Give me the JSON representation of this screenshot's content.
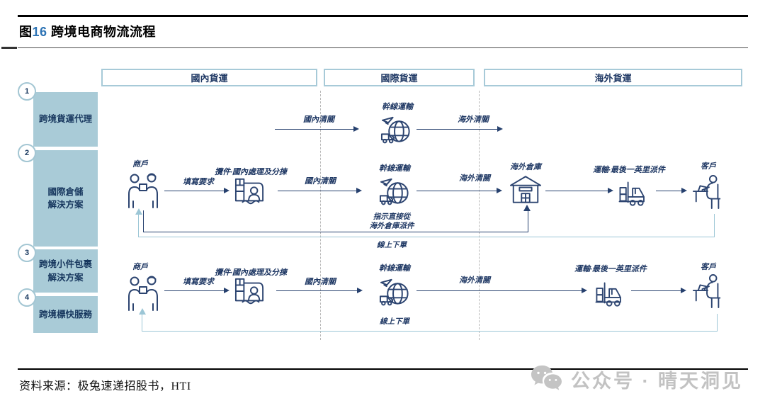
{
  "title": {
    "fig": "图",
    "num": "16",
    "text": " 跨境电商物流流程"
  },
  "columns": {
    "c1": "國內貨運",
    "c2": "國際貨運",
    "c3": "海外貨運"
  },
  "sidebar": {
    "s1": {
      "num": "1",
      "label": "跨境貨運代理"
    },
    "s2": {
      "num": "2",
      "label": "國際倉儲\n解決方案"
    },
    "s3": {
      "num": "3",
      "label": "跨境小件包裹\n解決方案"
    },
    "s4": {
      "num": "4",
      "label": "跨境標快服務"
    }
  },
  "row1": {
    "domestic_clearance": "國內清關",
    "trunk": "幹線運輸",
    "overseas_clearance": "海外清關"
  },
  "row2": {
    "merchant": "商戶",
    "fill_request": "填寫要求",
    "pickup_sort": "攬件·國內處理及分揀",
    "domestic_clearance": "國內清關",
    "trunk": "幹線運輸",
    "overseas_clearance": "海外清關",
    "overseas_warehouse": "海外倉庫",
    "last_mile": "運輸·最後一英里派件",
    "customer": "客戶",
    "direct_dispatch": "指示直接從\n海外倉庫派件",
    "online_order": "線上下單"
  },
  "row3": {
    "merchant": "商戶",
    "fill_request": "填寫要求",
    "pickup_sort": "攬件·國內處理及分揀",
    "domestic_clearance": "國內清關",
    "trunk": "幹線運輸",
    "overseas_clearance": "海外清關",
    "last_mile": "運輸·最後一英里派件",
    "customer": "客戶",
    "online_order": "線上下單"
  },
  "footer": {
    "source": "资料来源：极兔速递招股书，HTI",
    "watermark": "公众号 · 晴天洞见"
  }
}
